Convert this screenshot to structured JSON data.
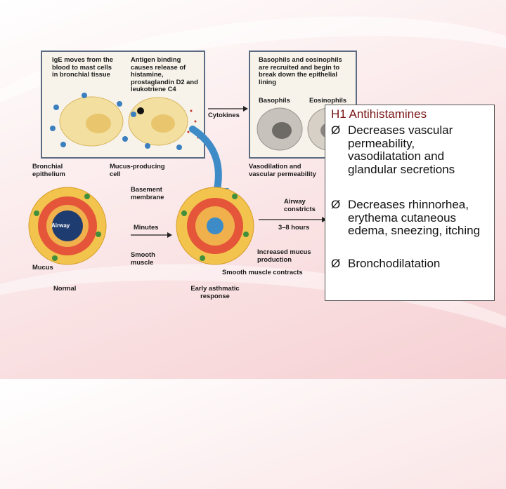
{
  "figure": {
    "top_left_label": "IgE moves from the blood to mast cells in bronchial tissue",
    "top_middle_label": "Antigen binding causes release of histamine, prostaglandin D2 and leukotriene C4",
    "top_right_label": "Basophils and eosinophils are recruited and begin to break down the epithelial lining",
    "basophils_label": "Basophils",
    "eosinophils_label": "Eosinophils",
    "cytokines_label": "Cytokines",
    "bronchial_epithelium_label": "Bronchial epithelium",
    "mucus_cell_label": "Mucus-producing cell",
    "vasodilation_label": "Vasodilation and vascular permeability",
    "basement_label": "Basement membrane",
    "airway_constricts_label": "Airway constricts",
    "airway_label": "Airway",
    "minutes_label": "Minutes",
    "hours_label": "3–8 hours",
    "smooth_muscle_label": "Smooth muscle",
    "mucus_production_label": "Increased mucus production",
    "mucus_label": "Mucus",
    "smooth_muscle_contracts_label": "Smooth muscle contracts",
    "normal_label": "Normal",
    "early_response_label": "Early asthmatic response"
  },
  "textbox": {
    "title": "H1 Antihistamines",
    "bullets": [
      "Decreases vascular permeability, vasodilatation and glandular secretions",
      "Decreases rhinnorhea, erythema cutaneous edema, sneezing, itching",
      "Bronchodilatation"
    ],
    "bullet_marker": "Ø"
  },
  "colors": {
    "title": "#7a1515",
    "airway_ring": "#e4553a",
    "muscle": "#f2c34d",
    "cell_green": "#3f8f3c",
    "arrow_blue": "#3d8cc8"
  }
}
